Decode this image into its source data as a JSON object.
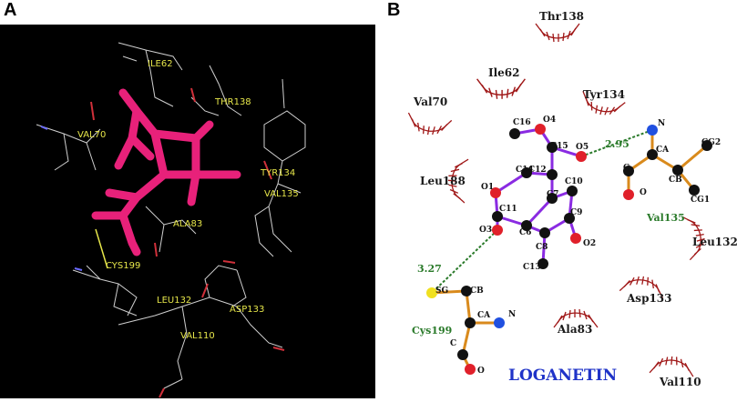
{
  "panels": {
    "a_letter": "A",
    "b_letter": "B"
  },
  "panel_a": {
    "residues": [
      "ILE62",
      "THR138",
      "VAL70",
      "TYR134",
      "VAL135",
      "ALA83",
      "CYS199",
      "LEU132",
      "ASP133",
      "VAL110"
    ]
  },
  "panel_b": {
    "ligand_name": "LOGANETIN",
    "hydrophobic_residues": [
      "Thr138",
      "Ile62",
      "Tyr134",
      "Val70",
      "Leu188",
      "Leu132",
      "Asp133",
      "Ala83",
      "Val110"
    ],
    "bonded_residues": [
      "Val135",
      "Cys199"
    ],
    "distances": [
      "2.95",
      "3.27"
    ],
    "ligand_atoms": [
      "C16",
      "O4",
      "C15",
      "O5",
      "C14",
      "C12",
      "O1",
      "C11",
      "C7",
      "C10",
      "O3",
      "C6",
      "C9",
      "C8",
      "C13",
      "O2"
    ],
    "val135_atoms": [
      "N",
      "CA",
      "CG2",
      "C",
      "CB",
      "CG1",
      "O"
    ],
    "cys199_atoms": [
      "SG",
      "CB",
      "CA",
      "N",
      "C",
      "O"
    ]
  },
  "colors": {
    "ligand_3d": "#e8217a",
    "panel_a_bg": "#000000",
    "label_a": "#e6e64a",
    "ligand_bond": "#8a2be2",
    "residue_bond": "#d98a1c",
    "hbond": "#2a7a2a",
    "arc": "#a01818",
    "title": "#1f33c8"
  }
}
